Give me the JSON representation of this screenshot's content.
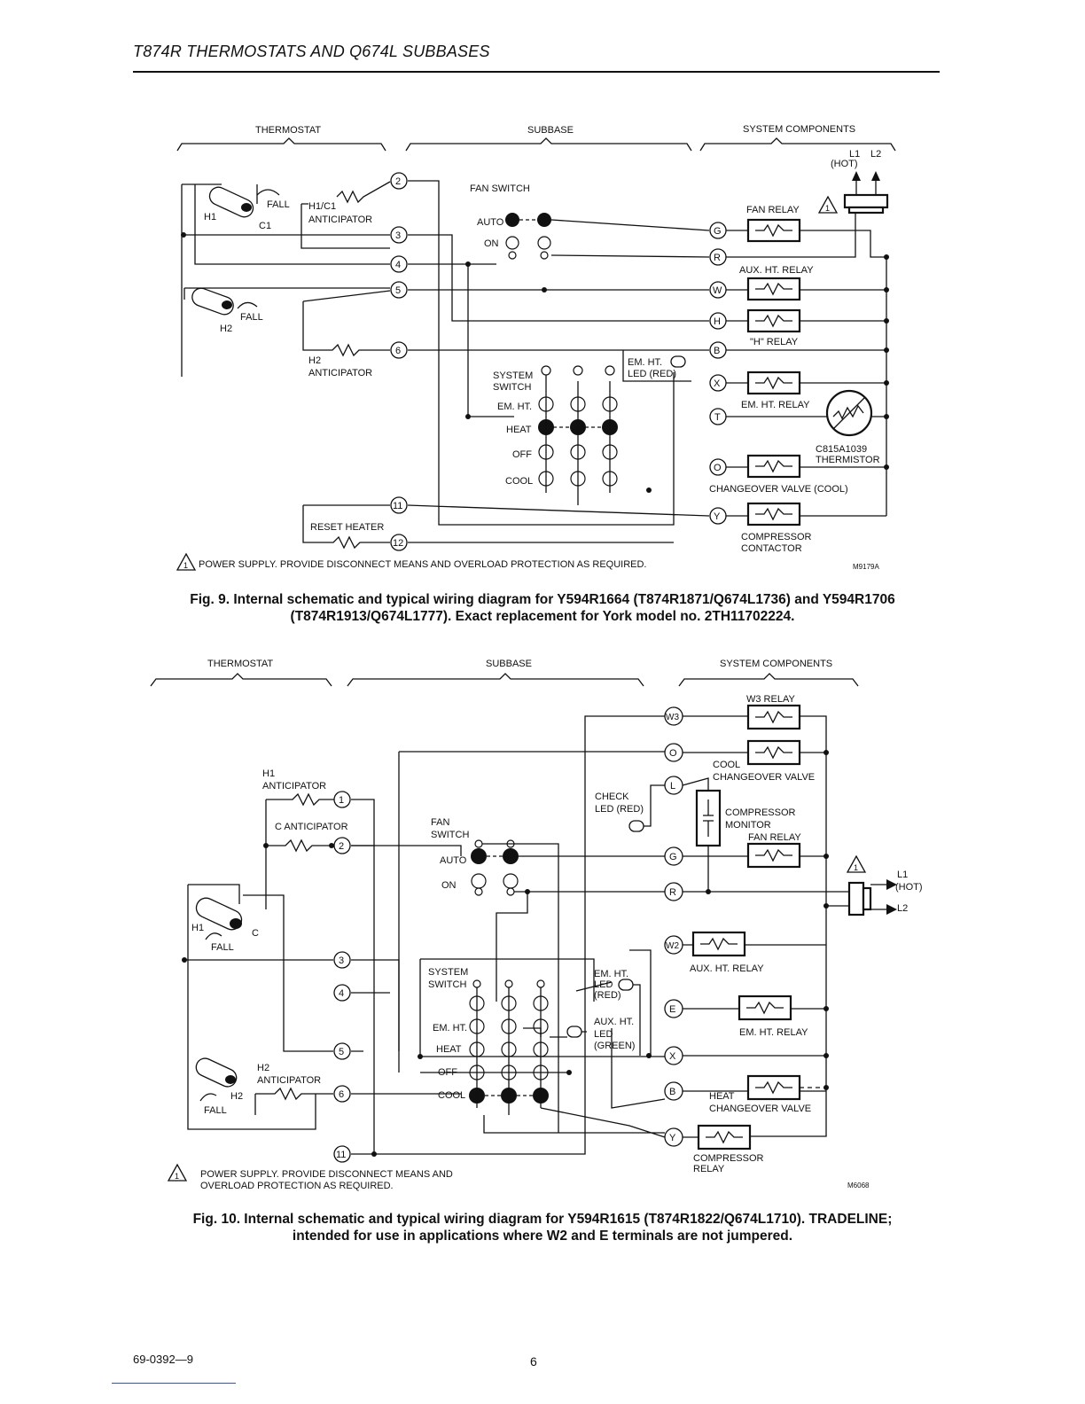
{
  "header": {
    "title": "T874R THERMOSTATS AND Q674L SUBBASES"
  },
  "fig9": {
    "section_thermostat": "THERMOSTAT",
    "section_subbase": "SUBBASE",
    "section_system": "SYSTEM COMPONENTS",
    "l1": "L1",
    "l2": "L2",
    "hot": "(HOT)",
    "fan_switch": "FAN SWITCH",
    "auto": "AUTO",
    "on": "ON",
    "h1": "H1",
    "c1": "C1",
    "fall": "FALL",
    "h2": "H2",
    "h1c1": "H1/C1",
    "anticipator": "ANTICIPATOR",
    "h2_anticipator_a": "H2",
    "h2_anticipator_b": "ANTICIPATOR",
    "fan_relay": "FAN RELAY",
    "aux_ht_relay": "AUX. HT. RELAY",
    "h_relay": "\"H\" RELAY",
    "em_ht_led_a": "EM. HT.",
    "em_ht_led_b": "LED (RED)",
    "system_switch_a": "SYSTEM",
    "system_switch_b": "SWITCH",
    "em_ht": "EM. HT.",
    "heat": "HEAT",
    "off": "OFF",
    "cool": "COOL",
    "em_ht_relay": "EM. HT. RELAY",
    "thermistor_a": "C815A1039",
    "thermistor_b": "THERMISTOR",
    "changeover_cool": "CHANGEOVER VALVE (COOL)",
    "reset_heater": "RESET HEATER",
    "compressor_a": "COMPRESSOR",
    "compressor_b": "CONTACTOR",
    "power_note": "POWER SUPPLY. PROVIDE DISCONNECT MEANS AND OVERLOAD PROTECTION AS REQUIRED.",
    "code": "M9179A",
    "warn": "1",
    "terminals_left": [
      "2",
      "3",
      "4",
      "5",
      "6",
      "11",
      "12"
    ],
    "terminals_right": [
      "G",
      "R",
      "W",
      "H",
      "B",
      "X",
      "T",
      "O",
      "Y"
    ]
  },
  "fig9_caption": {
    "line1": "Fig. 9. Internal schematic and typical wiring diagram for Y594R1664 (T874R1871/Q674L1736) and Y594R1706",
    "line2": "(T874R1913/Q674L1777).  Exact replacement for York model no. 2TH11702224."
  },
  "fig10": {
    "section_thermostat": "THERMOSTAT",
    "section_subbase": "SUBBASE",
    "section_system": "SYSTEM COMPONENTS",
    "w3_relay": "W3 RELAY",
    "cool_cv_a": "COOL",
    "cool_cv_b": "CHANGEOVER VALVE",
    "h1_anticipator_a": "H1",
    "h1_anticipator_b": "ANTICIPATOR",
    "c_anticipator": "C ANTICIPATOR",
    "check_led_a": "CHECK",
    "check_led_b": "LED (RED)",
    "comp_monitor_a": "COMPRESSOR",
    "comp_monitor_b": "MONITOR",
    "fan_relay": "FAN RELAY",
    "fan_switch_a": "FAN",
    "fan_switch_b": "SWITCH",
    "auto": "AUTO",
    "on": "ON",
    "l1": "L1",
    "hot": "(HOT)",
    "l2": "L2",
    "h1": "H1",
    "c": "C",
    "fall": "FALL",
    "h2": "H2",
    "aux_ht_relay": "AUX. HT. RELAY",
    "system_switch_a": "SYSTEM",
    "system_switch_b": "SWITCH",
    "em_ht_led_a": "EM. HT.",
    "em_ht_led_b": "LED",
    "em_ht_led_c": "(RED)",
    "aux_ht_led_a": "AUX. HT.",
    "aux_ht_led_b": "LED",
    "aux_ht_led_c": "(GREEN)",
    "em_ht": "EM. HT.",
    "heat": "HEAT",
    "off": "OFF",
    "cool": "COOL",
    "em_ht_relay": "EM. HT. RELAY",
    "h2_anticipator_a": "H2",
    "h2_anticipator_b": "ANTICIPATOR",
    "heat_cv_a": "HEAT",
    "heat_cv_b": "CHANGEOVER VALVE",
    "comp_relay_a": "COMPRESSOR",
    "comp_relay_b": "RELAY",
    "power_note_a": "POWER SUPPLY. PROVIDE DISCONNECT MEANS AND",
    "power_note_b": "OVERLOAD PROTECTION AS REQUIRED.",
    "code": "M6068",
    "warn": "1",
    "terminals_left": [
      "1",
      "2",
      "3",
      "4",
      "5",
      "6",
      "11"
    ],
    "terminals_right": [
      "W3",
      "O",
      "L",
      "G",
      "R",
      "W2",
      "E",
      "X",
      "B",
      "Y"
    ]
  },
  "fig10_caption": {
    "line1": "Fig. 10. Internal schematic and typical wiring diagram for Y594R1615 (T874R1822/Q674L1710). TRADELINE;",
    "line2": "intended for use in applications where W2 and E terminals are not jumpered."
  },
  "footer": {
    "doc_number": "69-0392—9",
    "page": "6"
  }
}
